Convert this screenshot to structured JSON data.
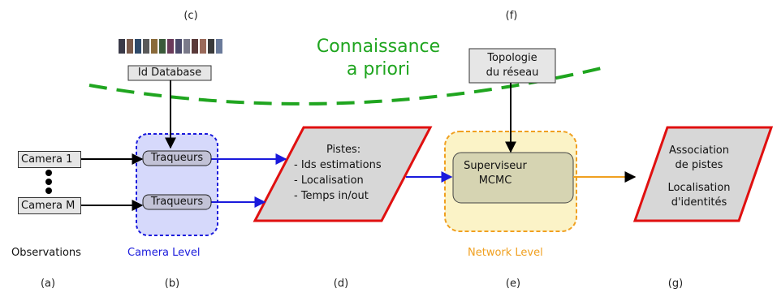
{
  "letters": {
    "a": "(a)",
    "b": "(b)",
    "c": "(c)",
    "d": "(d)",
    "e": "(e)",
    "f": "(f)",
    "g": "(g)"
  },
  "prior": {
    "line1": "Connaissance",
    "line2": "a priori"
  },
  "id_database": "Id Database",
  "topologie": {
    "line1": "Topologie",
    "line2": "du réseau"
  },
  "cameras": {
    "first": "Camera 1",
    "last": "Camera M"
  },
  "tracker_label": "Traqueurs",
  "pistes": {
    "title": "Pistes:",
    "items": [
      "- Ids estimations",
      "- Localisation",
      "- Temps in/out"
    ]
  },
  "superviseur": {
    "line1": "Superviseur",
    "line2": "MCMC"
  },
  "association": {
    "line1": "Association",
    "line2": "de pistes",
    "line3": "Localisation",
    "line4": "d'identités"
  },
  "levels": {
    "observations": "Observations",
    "camera": "Camera Level",
    "network": "Network Level"
  },
  "colors": {
    "camera_level": "#1a1adc",
    "network_level": "#f0a020",
    "prior": "#1fa51f",
    "outline_red": "#e01010"
  }
}
